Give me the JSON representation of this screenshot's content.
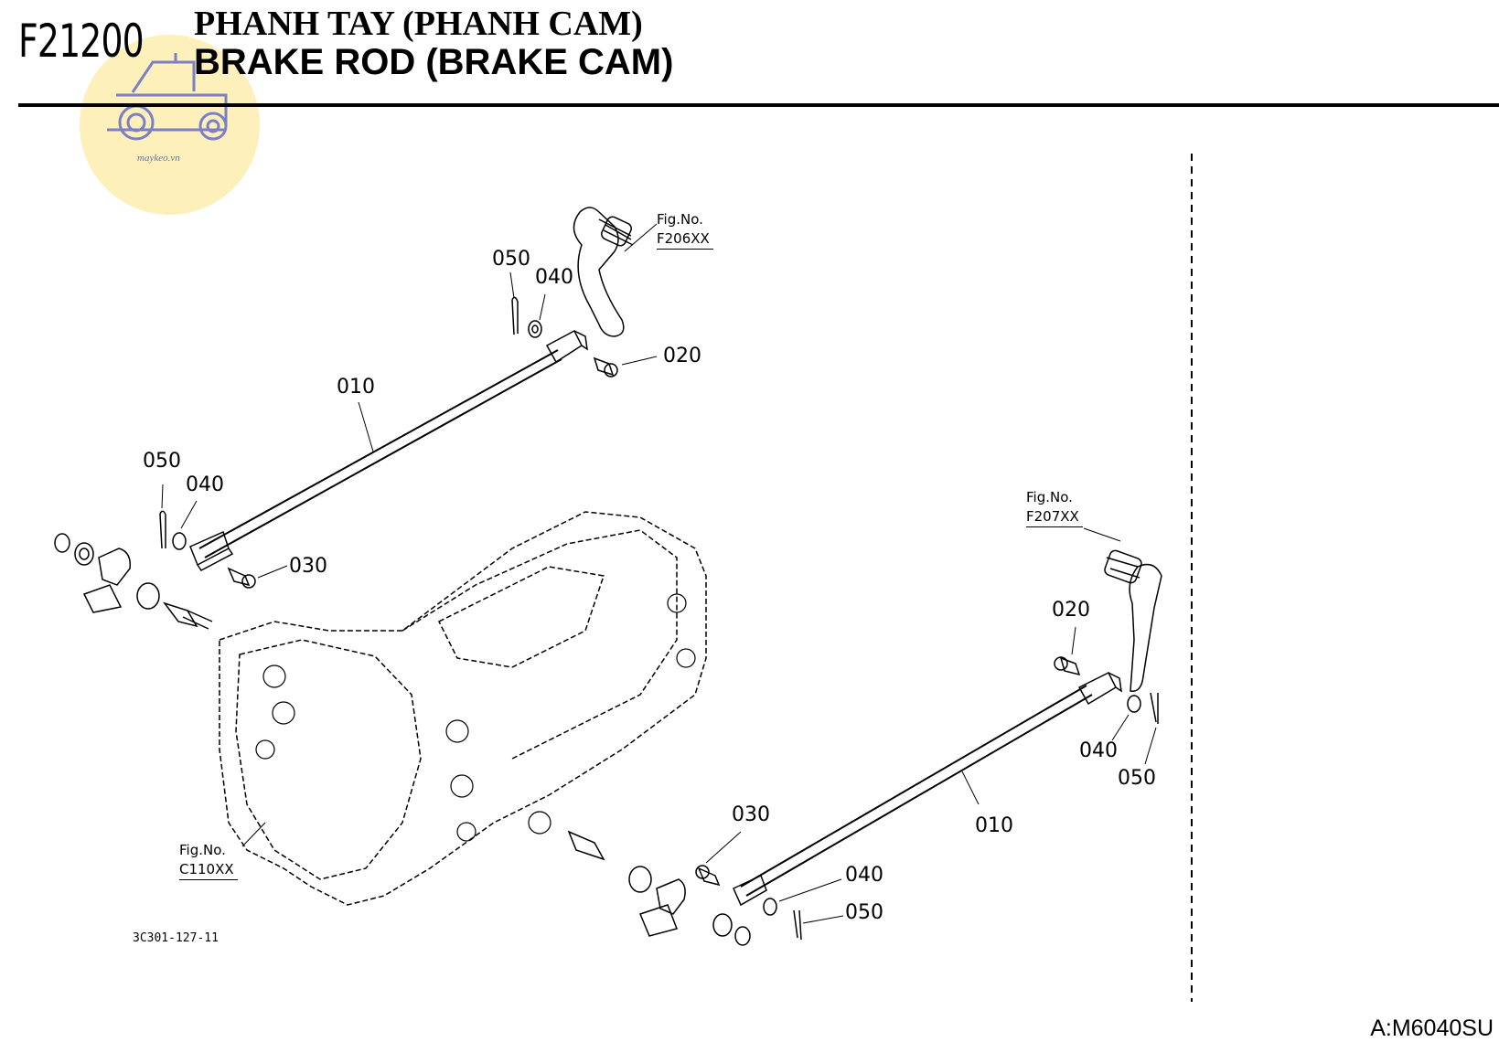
{
  "header": {
    "code": "F21200",
    "title_vi": "PHANH TAY (PHANH CAM)",
    "title_en": "BRAKE ROD (BRAKE CAM)"
  },
  "watermark": {
    "text": "maykeo.vn",
    "icon": "tractor-icon",
    "color": "#fce9a8"
  },
  "callouts": {
    "top_050": "050",
    "top_040": "040",
    "top_020": "020",
    "top_010": "010",
    "left_050": "050",
    "left_040": "040",
    "left_030": "030",
    "right_020": "020",
    "right_040": "040",
    "right_050": "050",
    "right_010": "010",
    "bottom_030": "030",
    "bottom_040": "040",
    "bottom_050": "050"
  },
  "figure_refs": [
    {
      "label": "Fig.No.",
      "number": "F206XX"
    },
    {
      "label": "Fig.No.",
      "number": "F207XX"
    },
    {
      "label": "Fig.No.",
      "number": "C110XX"
    }
  ],
  "footer": {
    "drawing_no": "3C301-127-11",
    "model": "A:M6040SU"
  }
}
